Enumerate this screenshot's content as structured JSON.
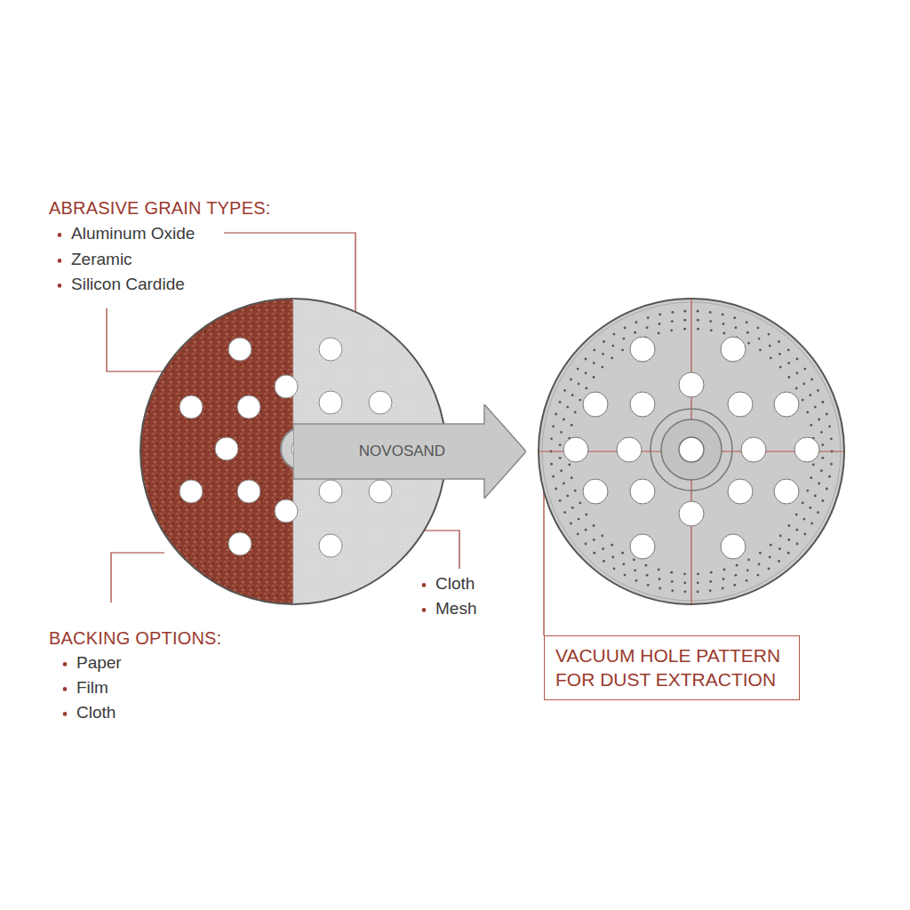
{
  "diagram": {
    "nodes": [
      {
        "text": [
          "NOVOSAND"
        ]
      },
      {
        "text": [
          "VACUUM HOLE PATTERN FOR DUST EXTRACTION"
        ]
      }
    ],
    "labels": [
      "ABRASIVE GRAIN TYPES:",
      "Aluminum Oxide",
      "Zeramic",
      "Silicon Cardide",
      "Cloth",
      "Mesh",
      "BACKING OPTIONS:",
      "Paper",
      "Film",
      "Cloth"
    ]
  }
}
